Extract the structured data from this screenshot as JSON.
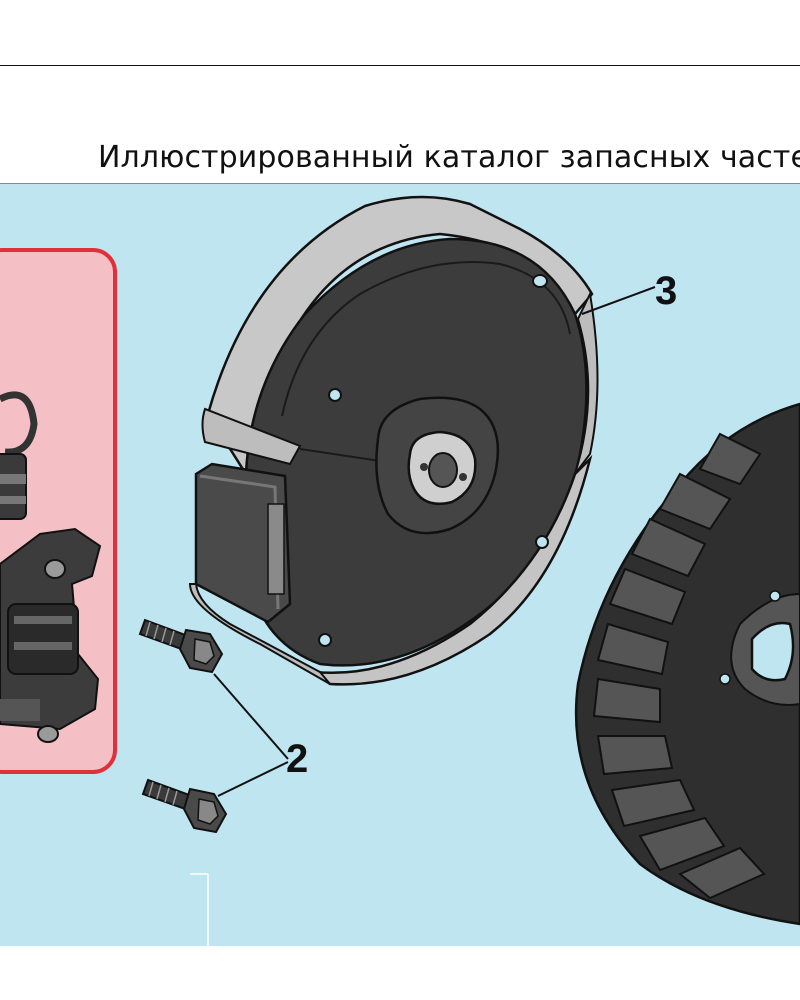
{
  "header": {
    "title": "Иллюстрированный каталог запасных часте"
  },
  "callouts": {
    "flywheel_part": "3",
    "bolt_part": "2"
  },
  "colors": {
    "background": "#bfe5f1",
    "highlight_panel": "#f5c0c5",
    "highlight_border": "#e0303a",
    "part_dark": "#3a3a3a",
    "part_light": "#c4c4c4"
  }
}
